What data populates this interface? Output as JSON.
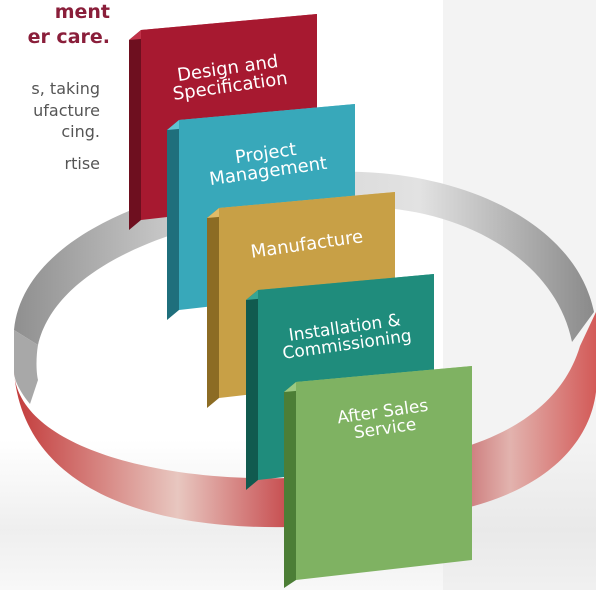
{
  "intro": {
    "heading_lines": [
      "ment",
      "er care."
    ],
    "body_lines": [
      "s, taking",
      "ufacture",
      "cing.",
      "rtise"
    ]
  },
  "stages": [
    {
      "label_lines": [
        "Design and",
        "Specification"
      ],
      "color": "#a71930"
    },
    {
      "label_lines": [
        "Project",
        "Management"
      ],
      "color": "#38a8ba"
    },
    {
      "label_lines": [
        "Manufacture"
      ],
      "color": "#c8a046"
    },
    {
      "label_lines": [
        "Installation &",
        "Commissioning"
      ],
      "color": "#1f8c7c"
    },
    {
      "label_lines": [
        "After Sales",
        "Service"
      ],
      "color": "#7fb262"
    }
  ],
  "colors": {
    "heading": "#8a1e3a",
    "body_text": "#555555",
    "ring": "#b3b3b3",
    "arrow": "#b8242e"
  }
}
